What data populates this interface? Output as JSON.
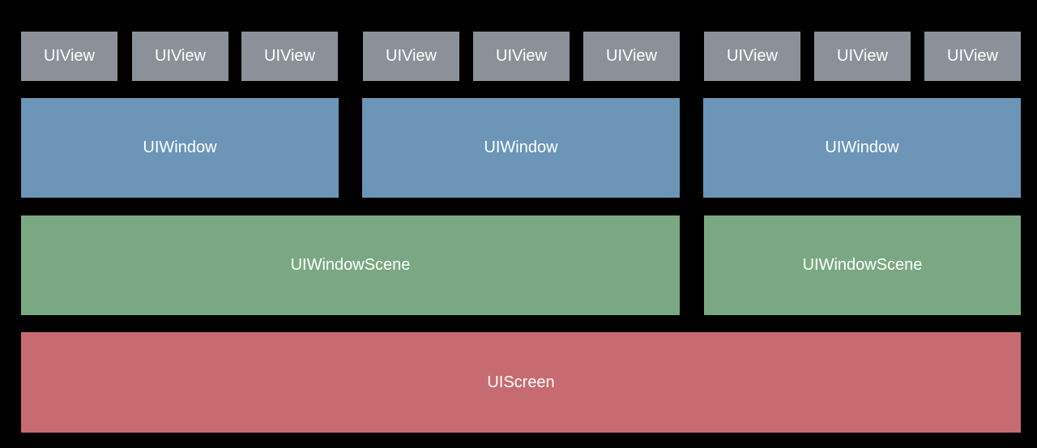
{
  "diagram": {
    "views": [
      {
        "label": "UIView"
      },
      {
        "label": "UIView"
      },
      {
        "label": "UIView"
      },
      {
        "label": "UIView"
      },
      {
        "label": "UIView"
      },
      {
        "label": "UIView"
      },
      {
        "label": "UIView"
      },
      {
        "label": "UIView"
      },
      {
        "label": "UIView"
      }
    ],
    "windows": [
      {
        "label": "UIWindow"
      },
      {
        "label": "UIWindow"
      },
      {
        "label": "UIWindow"
      }
    ],
    "scenes": [
      {
        "label": "UIWindowScene"
      },
      {
        "label": "UIWindowScene"
      }
    ],
    "screen": {
      "label": "UIScreen"
    },
    "colors": {
      "background": "#000000",
      "view": "#8c9199",
      "window": "#6c95b8",
      "scene": "#7aa882",
      "screen": "#c66b70",
      "text": "#ffffff"
    }
  }
}
